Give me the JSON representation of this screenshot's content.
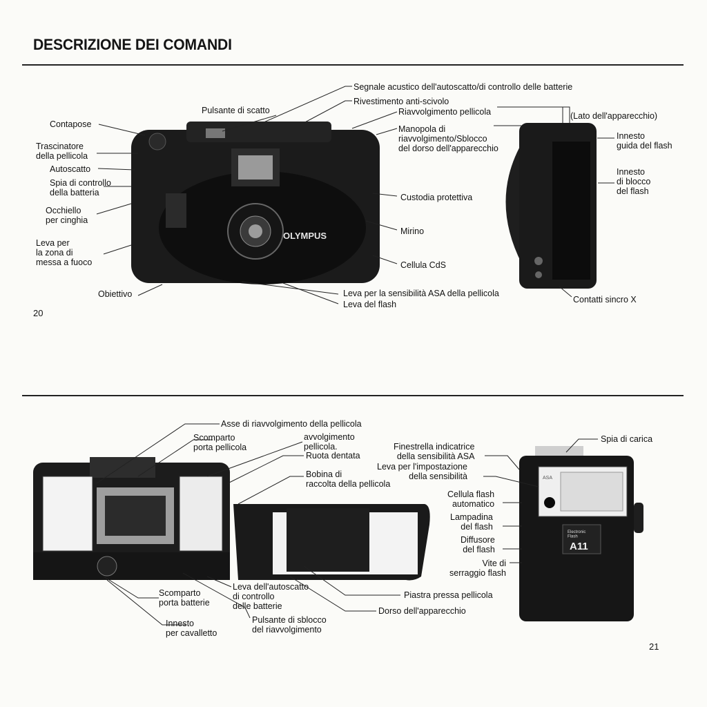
{
  "heading": "DESCRIZIONE DEI COMANDI",
  "page_left": "20",
  "page_right": "21",
  "camera_labels": {
    "segnale": "Segnale acustico dell'autoscatto/di controllo delle batterie",
    "rivestimento": "Rivestimento anti-scivolo",
    "riavvolgimento": "Riavvolgimento pellicola",
    "pulsante_scatto": "Pulsante di scatto",
    "lato": "(Lato dell'apparecchio)",
    "contapose": "Contapose",
    "manopola": "Manopola di\nriavvolgimento/Sblocco\ndel dorso dell'apparecchio",
    "trascinatore": "Trascinatore\ndella pellicola",
    "innesto_guida": "Innesto\nguida del flash",
    "autoscatto": "Autoscatto",
    "spia_batteria": "Spia di controllo\ndella batteria",
    "innesto_blocco": "Innesto\ndi blocco\ndel flash",
    "custodia": "Custodia protettiva",
    "occhiello": "Occhiello\nper cinghia",
    "mirino": "Mirino",
    "leva_zona": "Leva per\nla zona di\nmessa a fuoco",
    "cellula_cds": "Cellula CdS",
    "obiettivo": "Obiettivo",
    "leva_asa": "Leva per la sensibilità ASA della pellicola",
    "leva_flash": "Leva del flash",
    "contatti": "Contatti sincro X"
  },
  "open_labels": {
    "asse": "Asse di riavvolgimento della pellicola",
    "scomparto": "Scomparto\nporta pellicola",
    "avvolgimento": "avvolgimento\npellicola.",
    "ruota": "Ruota dentata",
    "bobina": "Bobina di\nraccolta della pellicola",
    "scomparto_batterie": "Scomparto\nporta batterie",
    "leva_autoscatto": "Leva dell'autoscatto\ndi controllo\ndelle batterie",
    "piastra": "Piastra pressa pellicola",
    "dorso": "Dorso dell'apparecchio",
    "innesto_cav": "Innesto\nper cavalletto",
    "pulsante_sblocco": "Pulsante di sblocco\ndel riavvolgimento"
  },
  "flash_labels": {
    "spia_carica": "Spia di carica",
    "finestrella": "Finestrella indicatrice\ndella sensibilità ASA",
    "leva_sens": "Leva per l'impostazione\ndella sensibilità",
    "cellula_flash": "Cellula flash\nautomatico",
    "lampadina": "Lampadina\ndel flash",
    "diffusore": "Diffusore\ndel flash",
    "vite": "Vite di\nserraggio flash"
  },
  "product_text": {
    "camera_brand": "OLYMPUS",
    "flash_model": "A11",
    "flash_caption": "Electronic\nFlash",
    "flash_asa": "ASA"
  }
}
